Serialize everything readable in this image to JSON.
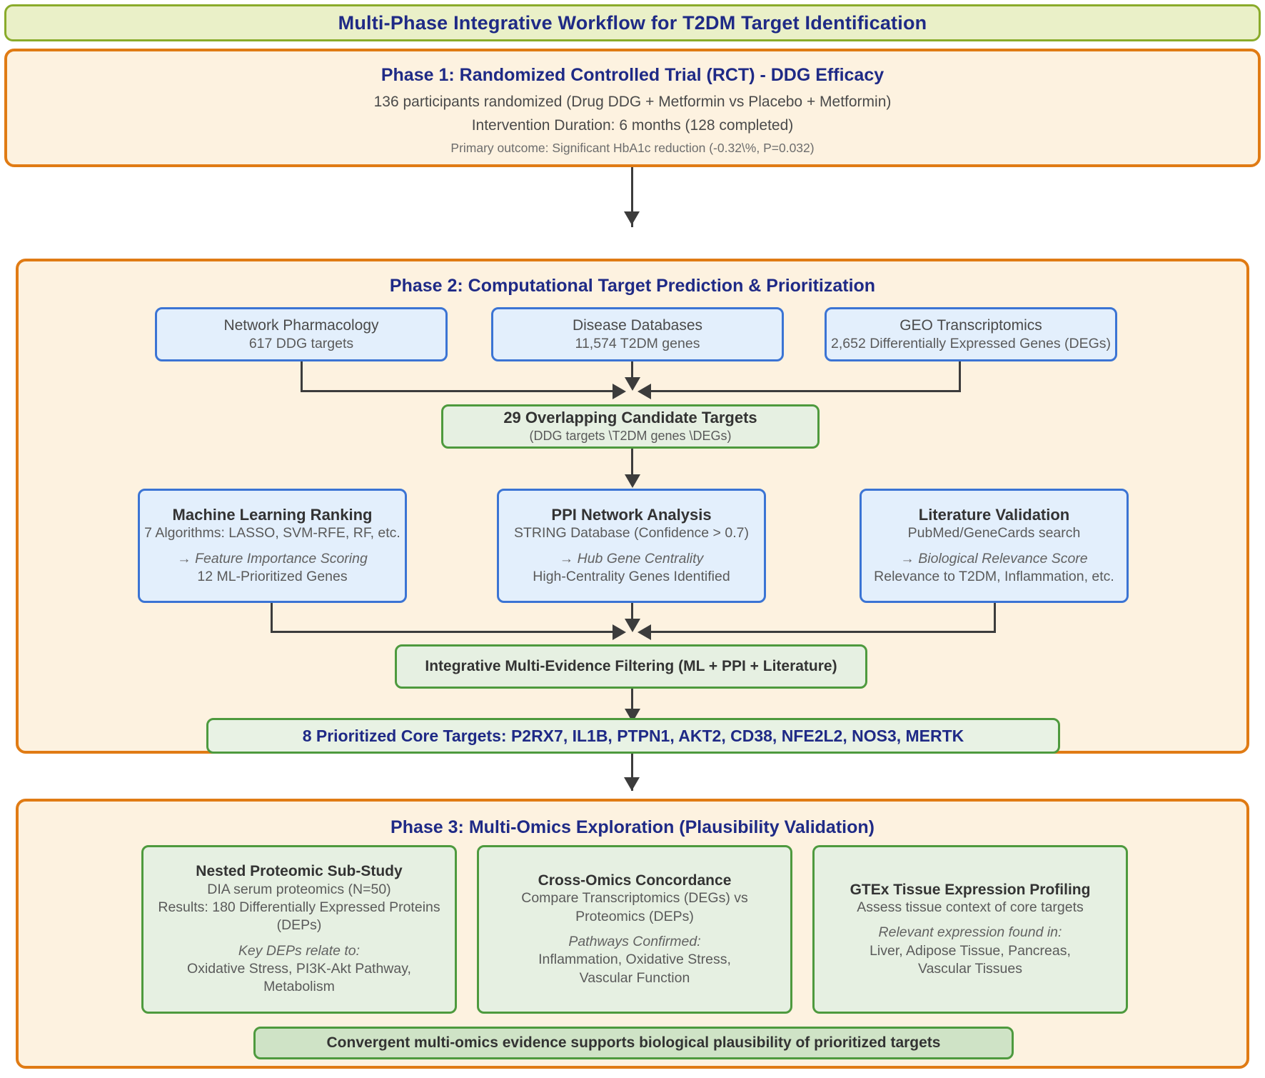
{
  "diagram": {
    "title": "Multi-Phase Integrative Workflow for T2DM Target Identification",
    "colors": {
      "title_bar_bg": "#eaf0c8",
      "title_bar_border": "#8aab2b",
      "phase_bg": "#fdf2e0",
      "phase_border": "#e07b14",
      "blue_box_bg": "#e3effc",
      "blue_box_border": "#3b74d4",
      "green_box_bg": "#e6f0e2",
      "green_box_border": "#4e9a3e",
      "green_band_bg": "#cfe3c6",
      "heading_navy": "#1f2a86",
      "connector": "#3c3c3c"
    }
  },
  "phase1": {
    "title": "Phase 1: Randomized Controlled Trial (RCT) - DDG Efficacy",
    "lines": [
      "136 participants randomized (Drug DDG + Metformin vs Placebo + Metformin)",
      "Intervention Duration: 6 months (128 completed)"
    ],
    "outcome": "Primary outcome: Significant HbA1c reduction (-0.32\\%, P=0.032)"
  },
  "phase2": {
    "title": "Phase 2: Computational Target Prediction & Prioritization",
    "sources": [
      {
        "heading": "Network Pharmacology",
        "detail": "617 DDG targets"
      },
      {
        "heading": "Disease Databases",
        "detail": "11,574 T2DM genes"
      },
      {
        "heading": "GEO Transcriptomics",
        "detail": "2,652 Differentially Expressed Genes (DEGs)"
      }
    ],
    "overlap": {
      "heading": "29 Overlapping Candidate Targets",
      "detail": "(DDG targets \\T2DM genes \\DEGs)"
    },
    "analyses": [
      {
        "heading": "Machine Learning Ranking",
        "detail": "7 Algorithms: LASSO, SVM-RFE, RF, etc.",
        "arrow_line": "→ Feature Importance Scoring",
        "result": "12 ML-Prioritized Genes"
      },
      {
        "heading": "PPI Network Analysis",
        "detail": "STRING Database (Confidence > 0.7)",
        "arrow_line": "→ Hub Gene Centrality",
        "result": "High-Centrality Genes Identified"
      },
      {
        "heading": "Literature Validation",
        "detail": "PubMed/GeneCards search",
        "arrow_line": "→ Biological Relevance Score",
        "result": "Relevance to T2DM, Inflammation, etc."
      }
    ],
    "filtering": "Integrative Multi-Evidence Filtering (ML + PPI + Literature)",
    "core_targets": "8 Prioritized Core Targets: P2RX7, IL1B, PTPN1, AKT2, CD38, NFE2L2, NOS3, MERTK"
  },
  "phase3": {
    "title": "Phase 3: Multi-Omics Exploration (Plausibility Validation)",
    "cards": [
      {
        "heading": "Nested Proteomic Sub-Study",
        "line1": "DIA serum proteomics (N=50)",
        "line2": "Results: 180 Differentially Expressed Proteins (DEPs)",
        "italic": "Key DEPs relate to:",
        "line3": "Oxidative Stress, PI3K-Akt Pathway,",
        "line4": "Metabolism"
      },
      {
        "heading": "Cross-Omics Concordance",
        "line1": "Compare Transcriptomics (DEGs) vs",
        "line2": "Proteomics (DEPs)",
        "italic": "Pathways Confirmed:",
        "line3": "Inflammation, Oxidative Stress,",
        "line4": "Vascular Function"
      },
      {
        "heading": "GTEx Tissue Expression Profiling",
        "line1": "Assess tissue context of core targets",
        "line2": "",
        "italic": "Relevant expression found in:",
        "line3": "Liver, Adipose Tissue, Pancreas,",
        "line4": "Vascular Tissues"
      }
    ],
    "conclusion": "Convergent multi-omics evidence supports biological plausibility of prioritized targets"
  }
}
